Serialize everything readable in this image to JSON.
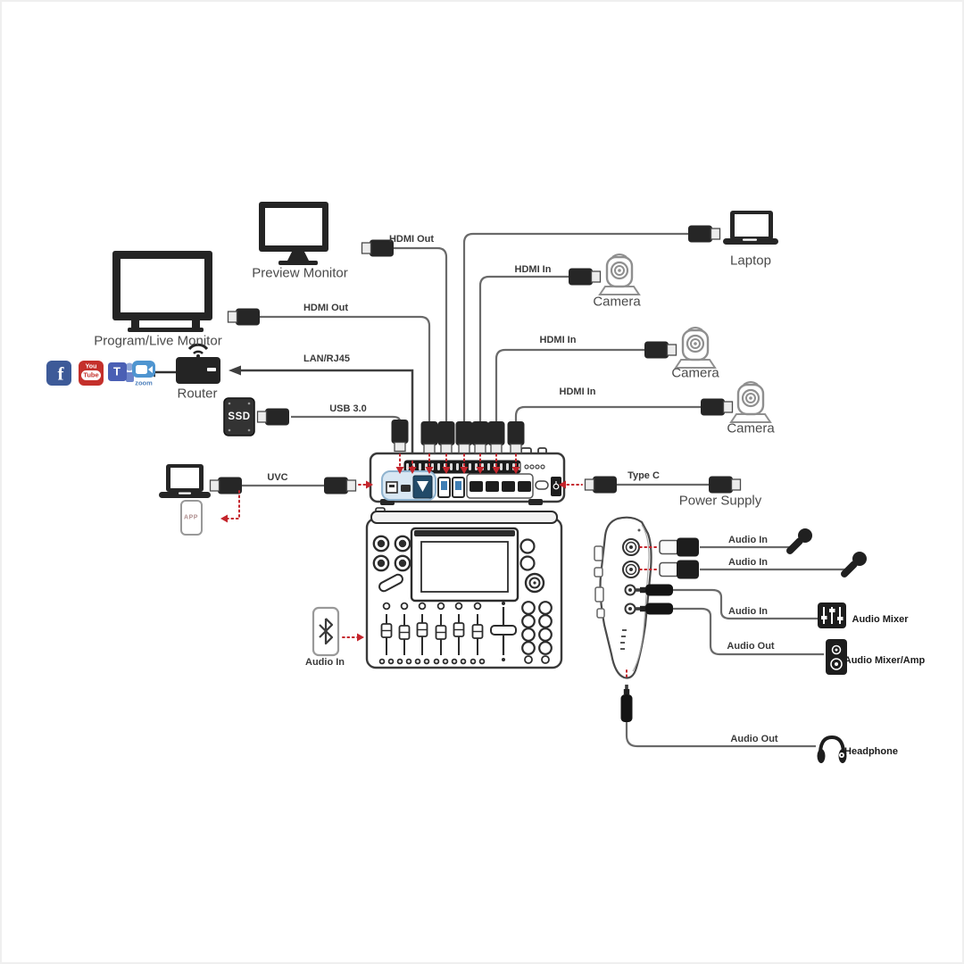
{
  "colors": {
    "cable_gray": "#6a6a6a",
    "device_dark": "#262626",
    "outline_gray": "#8f8f8f",
    "arrow_red": "#c4242b",
    "highlight_blue_fill": "#d8e7f3",
    "highlight_blue_stroke": "#8fb3cf",
    "usb_tongue_blue": "#3f7fb5",
    "rj45_navy": "#214a68",
    "facebook_blue": "#3d5a98",
    "youtube_red": "#c4302b",
    "teams_blue": "#4a5fb4",
    "zoom_blue": "#4f95d0"
  },
  "devices": {
    "preview_monitor": "Preview Monitor",
    "program_monitor": "Program/Live Monitor",
    "router": "Router",
    "ssd": "SSD",
    "app_phone": "APP",
    "laptop": "Laptop",
    "camera_top": "Camera",
    "camera_mid": "Camera",
    "camera_bottom": "Camera",
    "power_supply": "Power Supply",
    "audio_mixer": "Audio Mixer",
    "audio_mixer_amp": "Audio Mixer/Amp",
    "headphone": "Headphone"
  },
  "connections": {
    "hdmi_out_preview": "HDMI Out",
    "hdmi_out_program": "HDMI Out",
    "lan": "LAN/RJ45",
    "usb3": "USB 3.0",
    "uvc": "UVC",
    "hdmi_in_top": "HDMI In",
    "hdmi_in_mid": "HDMI In",
    "hdmi_in_bottom": "HDMI In",
    "type_c": "Type C",
    "bluetooth_audio_in": "Audio In",
    "audio_in_mic_top": "Audio In",
    "audio_in_mic_bottom": "Audio In",
    "audio_in_mixer": "Audio In",
    "audio_out_amp": "Audio Out",
    "audio_out_headphone": "Audio Out"
  },
  "social_icons": {
    "facebook_letter": "f",
    "youtube_word_top": "You",
    "youtube_word_bottom": "Tube",
    "teams_letter": "T",
    "zoom_wordmark": "zoom"
  }
}
